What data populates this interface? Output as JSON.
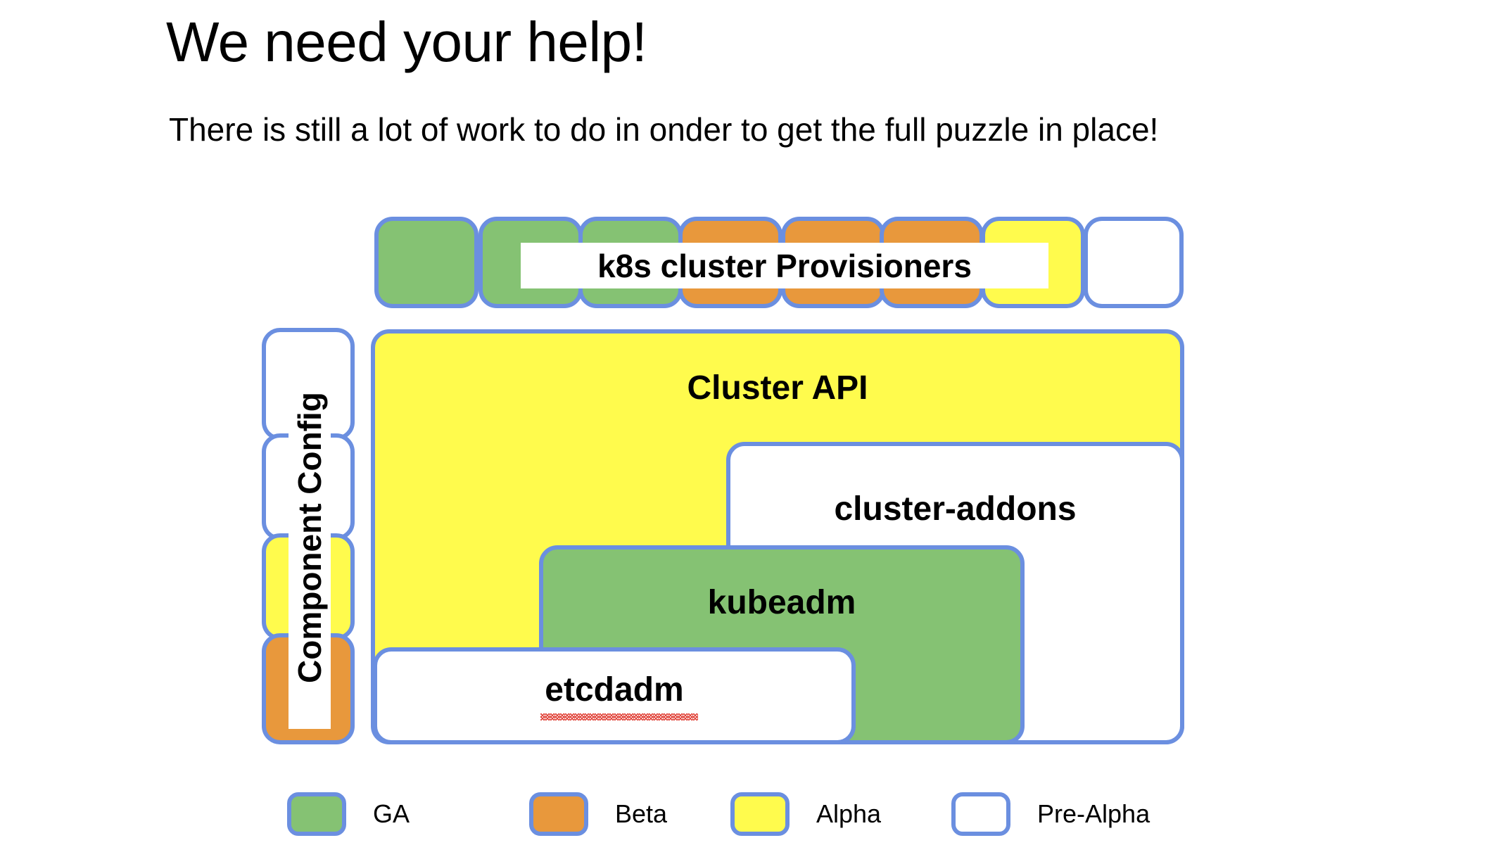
{
  "slide": {
    "title": "We need your help!",
    "subtitle": "There is still a lot of work to do in onder to get the full puzzle in place!"
  },
  "colors": {
    "ga": "#85c273",
    "beta": "#e8983c",
    "alpha": "#fffb4d",
    "prealpha": "#ffffff",
    "border": "#6b8fe0",
    "spellcheck": "#e03b30",
    "background": "#ffffff",
    "text": "#000000"
  },
  "provisioner_row": {
    "label": "k8s cluster Provisioners",
    "boxes": [
      {
        "status": "GA"
      },
      {
        "status": "GA"
      },
      {
        "status": "GA"
      },
      {
        "status": "Beta"
      },
      {
        "status": "Beta"
      },
      {
        "status": "Beta"
      },
      {
        "status": "Alpha"
      },
      {
        "status": "Pre-Alpha"
      }
    ]
  },
  "component_config_column": {
    "label": "Component Config",
    "boxes": [
      {
        "status": "Pre-Alpha"
      },
      {
        "status": "Pre-Alpha"
      },
      {
        "status": "Alpha"
      },
      {
        "status": "Beta"
      }
    ]
  },
  "nested_stack": [
    {
      "label": "Cluster API",
      "status": "Alpha"
    },
    {
      "label": "cluster-addons",
      "status": "Pre-Alpha"
    },
    {
      "label": "kubeadm",
      "status": "GA"
    },
    {
      "label": "etcdadm",
      "status": "Pre-Alpha",
      "spellcheck_flagged": true
    }
  ],
  "legend": {
    "items": [
      {
        "label": "GA",
        "status": "GA"
      },
      {
        "label": "Beta",
        "status": "Beta"
      },
      {
        "label": "Alpha",
        "status": "Alpha"
      },
      {
        "label": "Pre-Alpha",
        "status": "Pre-Alpha"
      }
    ]
  }
}
